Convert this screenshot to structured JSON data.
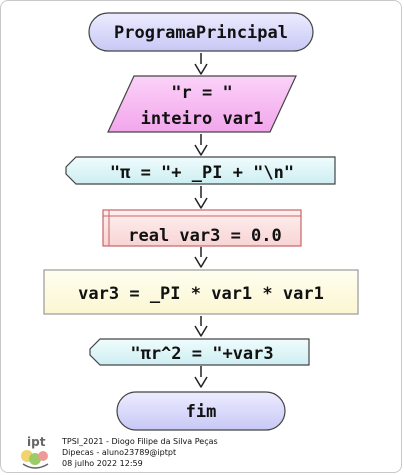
{
  "diagram": {
    "start": {
      "label": "ProgramaPrincipal",
      "color": "#d6d6fb"
    },
    "input": {
      "line1": "\"r = \"",
      "line2": "inteiro var1",
      "color": "#f7b3f2"
    },
    "output1": {
      "label": "\"π = \"+ _PI + \"\\n\"",
      "color": "#ddf5f7"
    },
    "declare": {
      "label": "real var3 = 0.0",
      "color": "#fde3e3"
    },
    "process": {
      "label": "var3 = _PI * var1 * var1",
      "color": "#fefce0"
    },
    "output2": {
      "label": "\"πr^2 = \"+var3",
      "color": "#ddf5f7"
    },
    "end": {
      "label": "fim",
      "color": "#d6d6fb"
    }
  },
  "footer": {
    "logo_text": "ipt",
    "line1": "TPSI_2021 - Diogo Filipe da Silva Peças",
    "line2": "Dipecas - aluno23789@iptpt",
    "line3": "08 julho 2022 12:59"
  }
}
